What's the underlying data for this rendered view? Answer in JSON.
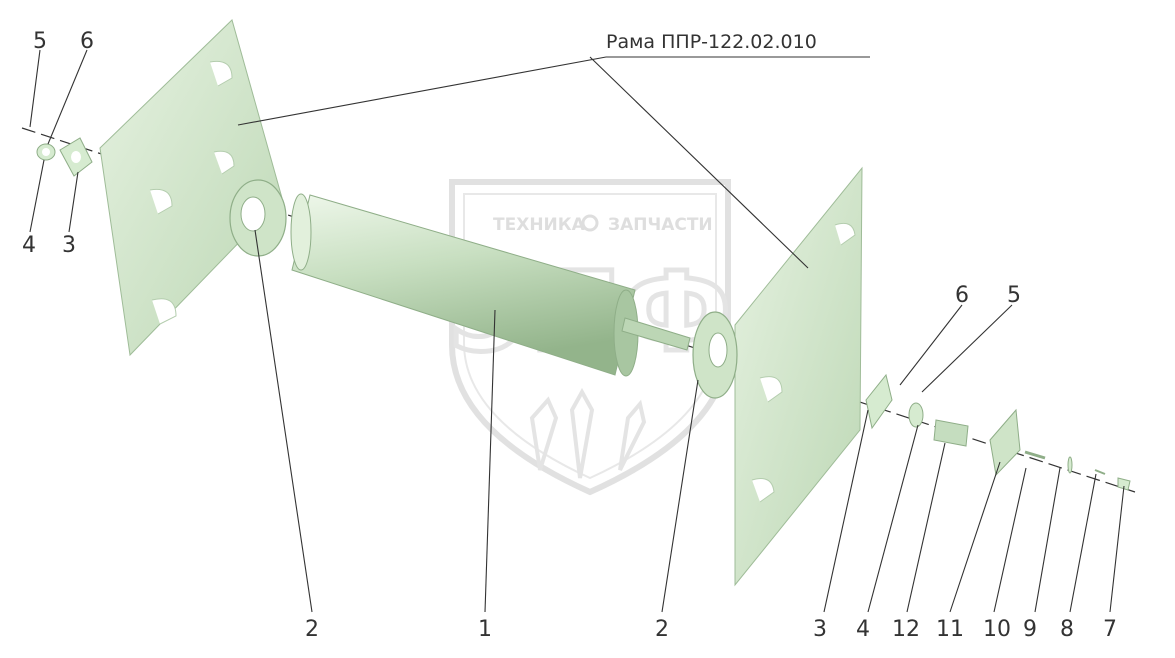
{
  "title": "Рама ППР-122.02.010",
  "watermark": {
    "line1_left": "ТЕХНИКА",
    "line1_right": "ЗАПЧАСТИ",
    "monogram": "ЭПФ"
  },
  "labels": {
    "top_left_5": "5",
    "top_left_6": "6",
    "left_4": "4",
    "left_3": "3",
    "right_6": "6",
    "right_5": "5",
    "bottom_2a": "2",
    "bottom_1": "1",
    "bottom_2b": "2",
    "bottom_3": "3",
    "bottom_4": "4",
    "bottom_12": "12",
    "bottom_11": "11",
    "bottom_10": "10",
    "bottom_9": "9",
    "bottom_8": "8",
    "bottom_7": "7"
  },
  "colors": {
    "part_fill": "#d6ebd0",
    "part_shade": "#a9c9a2",
    "line": "#333333",
    "watermark": "#c9c9c9"
  }
}
